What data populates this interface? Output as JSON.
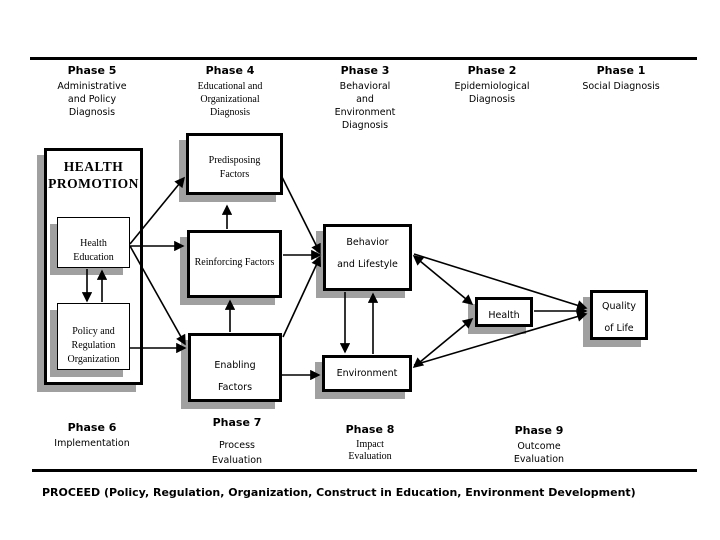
{
  "phases_top": [
    {
      "title": "Phase 5",
      "body": "Administrative\nand Policy\nDiagnosis"
    },
    {
      "title": "Phase 4",
      "body": "Educational and\nOrganizational\nDiagnosis"
    },
    {
      "title": "Phase 3",
      "body": "Behavioral\nand\nEnvironment\nDiagnosis"
    },
    {
      "title": "Phase 2",
      "body": "Epidemiological\nDiagnosis"
    },
    {
      "title": "Phase 1",
      "body": "Social Diagnosis"
    }
  ],
  "phases_bottom": [
    {
      "title": "Phase 6",
      "body": "Implementation"
    },
    {
      "title": "Phase 7",
      "body": "Process\nEvaluation"
    },
    {
      "title": "Phase 8",
      "body": "Impact\nEvaluation"
    },
    {
      "title": "Phase 9",
      "body": "Outcome\nEvaluation"
    }
  ],
  "boxes": {
    "health_promotion": "HEALTH\nPROMOTION",
    "health_education": "Health\nEducation",
    "policy_regulation": "Policy and\nRegulation\nOrganization",
    "predisposing": "Predisposing\nFactors",
    "reinforcing": "Reinforcing Factors",
    "enabling": "Enabling\nFactors",
    "behavior": "Behavior\nand Lifestyle",
    "environment": "Environment",
    "health": "Health",
    "quality_of_life": "Quality\nof Life"
  },
  "footer": "PROCEED (Policy, Regulation, Organization, Construct in Education, Environment Development)",
  "colors": {
    "line": "#000000",
    "box_shadow": "#a0a0a0",
    "background": "#ffffff"
  }
}
